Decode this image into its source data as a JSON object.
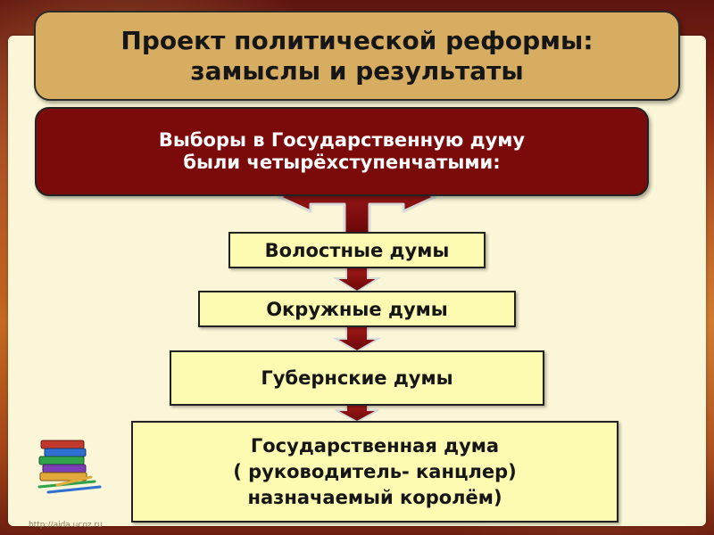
{
  "title": "Проект политической реформы: замыслы и результаты",
  "elections": {
    "line1": "Выборы в Государственную думу",
    "line2": "были четырёхступенчатыми:"
  },
  "levels": [
    "Волостные думы",
    "Окружные думы",
    "Губернские думы"
  ],
  "state_duma": {
    "line1": "Государственная дума",
    "line2": "( руководитель- канцлер)",
    "line3": "назначаемый королём)"
  },
  "watermark": "http://aida.ucoz.ru",
  "colors": {
    "title_fill": "#d7ad62",
    "elections_fill": "#7b0a0a",
    "level_fill": "#fdfab2",
    "arrow_fill": "#7b0a0a",
    "panel_fill": "#fbf6d7"
  },
  "icons": [
    "books-icon",
    "double-headed-arrow-icon",
    "down-arrow-icon"
  ]
}
